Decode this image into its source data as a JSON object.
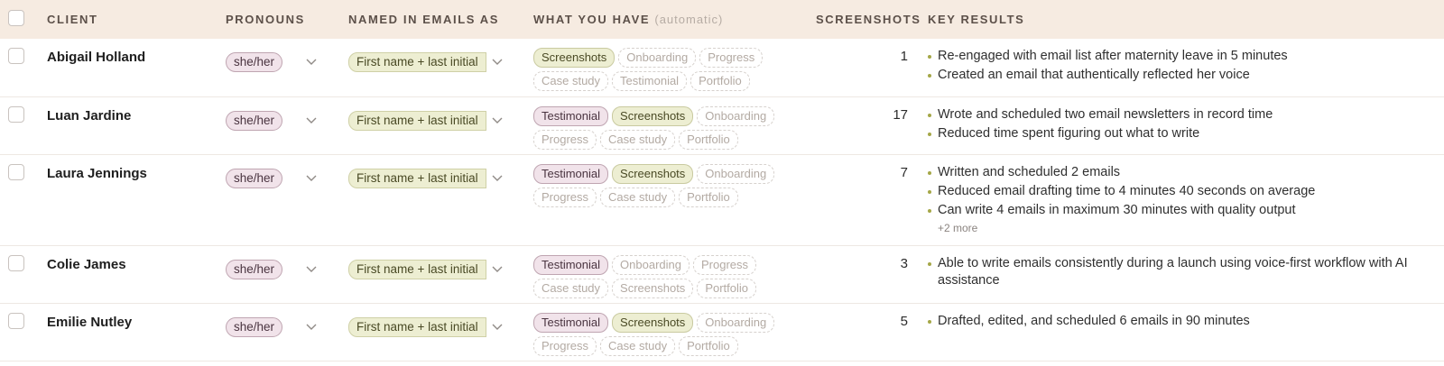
{
  "header": {
    "client": "CLIENT",
    "pronouns": "PRONOUNS",
    "named": "NAMED IN EMAILS AS",
    "what_you_have": "WHAT YOU HAVE",
    "what_you_have_note": "(automatic)",
    "screenshots": "SCREENSHOTS",
    "key_results": "KEY RESULTS"
  },
  "rows": [
    {
      "name": "Abigail Holland",
      "pronouns": "she/her",
      "named_as": "First name + last initial",
      "tags": [
        {
          "label": "Screenshots",
          "state": "scr"
        },
        {
          "label": "Onboarding",
          "state": "off"
        },
        {
          "label": "Progress",
          "state": "off"
        },
        {
          "label": "Case study",
          "state": "off"
        },
        {
          "label": "Testimonial",
          "state": "off"
        },
        {
          "label": "Portfolio",
          "state": "off"
        }
      ],
      "screenshots": "1",
      "results": [
        "Re-engaged with email list after maternity leave in 5 minutes",
        "Created an email that authentically reflected her voice"
      ],
      "more": ""
    },
    {
      "name": "Luan Jardine",
      "pronouns": "she/her",
      "named_as": "First name + last initial",
      "tags": [
        {
          "label": "Testimonial",
          "state": "test"
        },
        {
          "label": "Screenshots",
          "state": "scr"
        },
        {
          "label": "Onboarding",
          "state": "off"
        },
        {
          "label": "Progress",
          "state": "off"
        },
        {
          "label": "Case study",
          "state": "off"
        },
        {
          "label": "Portfolio",
          "state": "off"
        }
      ],
      "screenshots": "17",
      "results": [
        "Wrote and scheduled two email newsletters in record time",
        "Reduced time spent figuring out what to write"
      ],
      "more": ""
    },
    {
      "name": "Laura Jennings",
      "pronouns": "she/her",
      "named_as": "First name + last initial",
      "tags": [
        {
          "label": "Testimonial",
          "state": "test"
        },
        {
          "label": "Screenshots",
          "state": "scr"
        },
        {
          "label": "Onboarding",
          "state": "off"
        },
        {
          "label": "Progress",
          "state": "off"
        },
        {
          "label": "Case study",
          "state": "off"
        },
        {
          "label": "Portfolio",
          "state": "off"
        }
      ],
      "screenshots": "7",
      "results": [
        "Written and scheduled 2 emails",
        "Reduced email drafting time to 4 minutes 40 seconds on average",
        "Can write 4 emails in maximum 30 minutes with quality output"
      ],
      "more": "+2 more"
    },
    {
      "name": "Colie James",
      "pronouns": "she/her",
      "named_as": "First name + last initial",
      "tags": [
        {
          "label": "Testimonial",
          "state": "test"
        },
        {
          "label": "Onboarding",
          "state": "off"
        },
        {
          "label": "Progress",
          "state": "off"
        },
        {
          "label": "Case study",
          "state": "off"
        },
        {
          "label": "Screenshots",
          "state": "off"
        },
        {
          "label": "Portfolio",
          "state": "off"
        }
      ],
      "screenshots": "3",
      "results": [
        "Able to write emails consistently during a launch using voice-first workflow with AI assistance"
      ],
      "more": ""
    },
    {
      "name": "Emilie Nutley",
      "pronouns": "she/her",
      "named_as": "First name + last initial",
      "tags": [
        {
          "label": "Testimonial",
          "state": "test"
        },
        {
          "label": "Screenshots",
          "state": "scr"
        },
        {
          "label": "Onboarding",
          "state": "off"
        },
        {
          "label": "Progress",
          "state": "off"
        },
        {
          "label": "Case study",
          "state": "off"
        },
        {
          "label": "Portfolio",
          "state": "off"
        }
      ],
      "screenshots": "5",
      "results": [
        "Drafted, edited, and scheduled 6 emails in 90 minutes"
      ],
      "more": ""
    }
  ]
}
